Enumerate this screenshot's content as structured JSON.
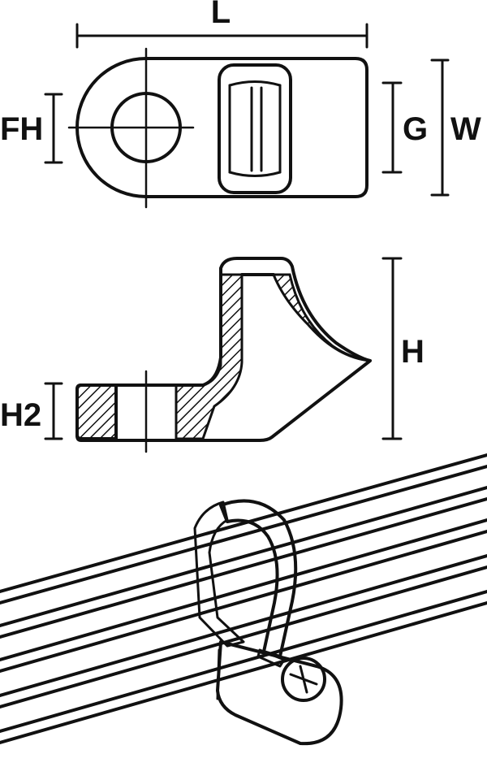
{
  "figure": {
    "top_view": {
      "labels": {
        "length": "L",
        "hole_dia": "FH",
        "slot_width": "G",
        "width": "W"
      }
    },
    "side_view": {
      "labels": {
        "height": "H",
        "base_height": "H2"
      }
    },
    "usage_view": {
      "cable_count": 5
    }
  },
  "colors": {
    "ink": "#111111",
    "paper": "#ffffff",
    "hatch": "#111111"
  }
}
